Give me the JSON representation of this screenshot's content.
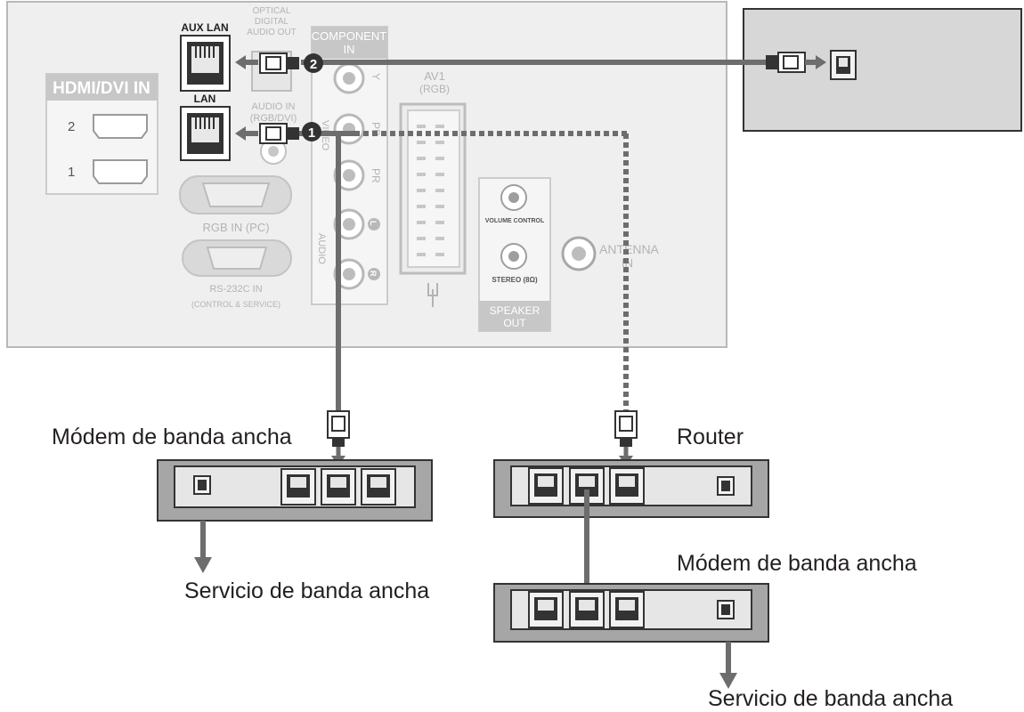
{
  "panel": {
    "aux_lan": "AUX LAN",
    "lan": "LAN",
    "optical_l1": "OPTICAL",
    "optical_l2": "DIGITAL",
    "optical_l3": "AUDIO OUT",
    "audio_in_l1": "AUDIO IN",
    "audio_in_l2": "(RGB/DVI)",
    "hdmi_title": "HDMI/DVI IN",
    "hdmi_port_2": "2",
    "hdmi_port_1": "1",
    "component_l1": "COMPONENT",
    "component_l2": "IN",
    "video_label": "VIDEO",
    "audio_label": "AUDIO",
    "jack_y": "Y",
    "jack_pb": "PB",
    "jack_pr": "PR",
    "jack_l": "L",
    "jack_r": "R",
    "av1_l1": "AV1",
    "av1_l2": "(RGB)",
    "rgb_in": "RGB IN (PC)",
    "rs232_l1": "RS-232C IN",
    "rs232_l2": "(CONTROL & SERVICE)",
    "volume_control": "VOLUME CONTROL",
    "stereo": "STEREO (8Ω)",
    "speaker_l1": "SPEAKER",
    "speaker_l2": "OUT",
    "antenna_l1": "ANTENNA",
    "antenna_l2": "IN",
    "marker_1": "1",
    "marker_2": "2"
  },
  "labels": {
    "modem_left": "Módem de banda ancha",
    "router": "Router",
    "modem_right": "Módem de banda ancha",
    "service_left": "Servicio de banda ancha",
    "service_right": "Servicio de banda ancha"
  },
  "colors": {
    "panel_bg": "#efefef",
    "device_bg": "#a6a6a6",
    "cable": "#6d6d6d",
    "dotted_cable": "#6d6d6d",
    "label_text": "#231f20"
  }
}
